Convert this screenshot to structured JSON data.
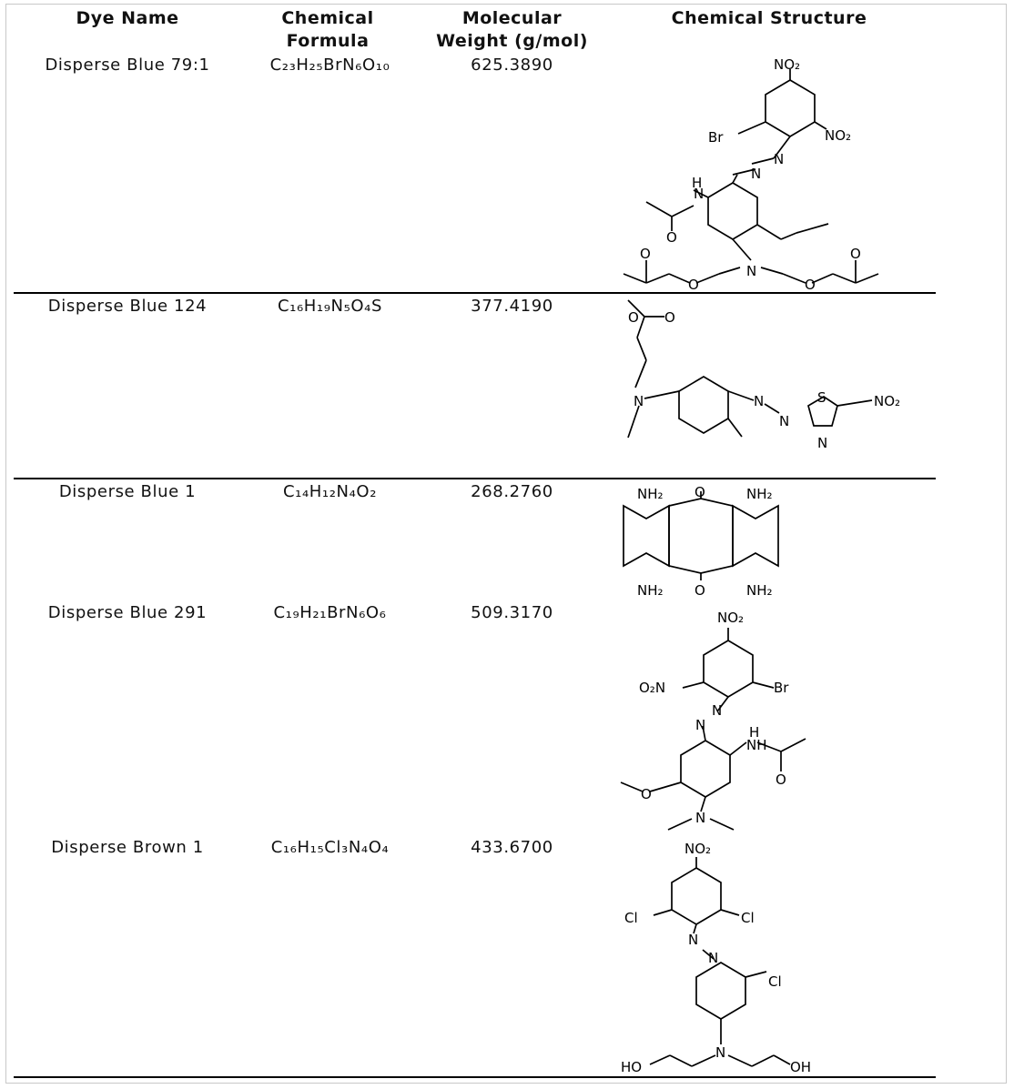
{
  "table": {
    "headers": {
      "name": "Dye Name",
      "formula_l1": "Chemical",
      "formula_l2": "Formula",
      "mw_l1": "Molecular",
      "mw_l2": "Weight (g/mol)",
      "structure": "Chemical Structure"
    },
    "rows": [
      {
        "name": "Disperse Blue 79:1",
        "formula": "C₂₃H₂₅BrN₆O₁₀",
        "mw": "625.3890"
      },
      {
        "name": "Disperse Blue 124",
        "formula": "C₁₆H₁₉N₅O₄S",
        "mw": "377.4190"
      },
      {
        "name": "Disperse Blue 1",
        "formula": "C₁₄H₁₂N₄O₂",
        "mw": "268.2760"
      },
      {
        "name": "Disperse Blue 291",
        "formula": "C₁₉H₂₁BrN₆O₆",
        "mw": "509.3170"
      },
      {
        "name": "Disperse Brown 1",
        "formula": "C₁₆H₁₅Cl₃N₄O₄",
        "mw": "433.6700"
      }
    ]
  },
  "atoms": {
    "no2": "NO₂",
    "o2n": "O₂N",
    "br": "Br",
    "n": "N",
    "nh": "NH",
    "h": "H",
    "o": "O",
    "s": "S",
    "cl": "Cl",
    "nh2": "NH₂",
    "ho": "HO",
    "oh": "OH"
  }
}
